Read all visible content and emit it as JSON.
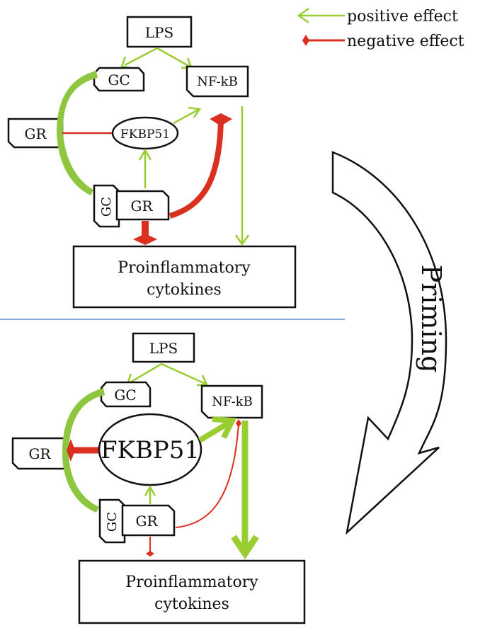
{
  "legend": {
    "positive": {
      "label": "positive effect",
      "color": "#9acd32"
    },
    "negative": {
      "label": "negative effect",
      "color": "#d9301f"
    }
  },
  "top_panel": {
    "lps": "LPS",
    "gc": "GC",
    "nfkb": "NF-kB",
    "gr": "GR",
    "fkbp51": "FKBP51",
    "complex_gc": "GC",
    "complex_gr": "GR",
    "cytokines_line1": "Proinflammatory",
    "cytokines_line2": "cytokines"
  },
  "bottom_panel": {
    "lps": "LPS",
    "gc": "GC",
    "nfkb": "NF-kB",
    "gr": "GR",
    "fkbp51": "FKBP51",
    "complex_gc": "GC",
    "complex_gr": "GR",
    "cytokines_line1": "Proinflammatory",
    "cytokines_line2": "cytokines"
  },
  "priming_label": "Priming",
  "colors": {
    "positive": "#9acd32",
    "negative": "#d9301f",
    "divider": "#5b8fd1",
    "outline": "#111111"
  }
}
